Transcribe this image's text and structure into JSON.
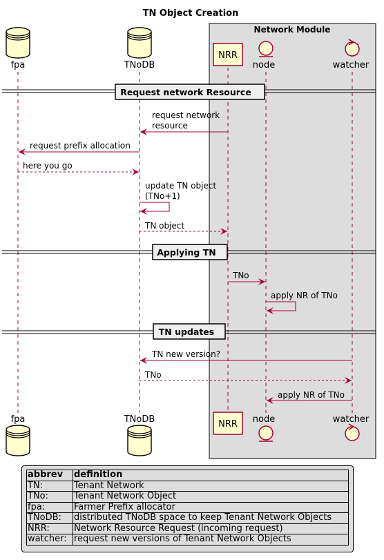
{
  "title": "TN Object Creation",
  "box_title": "Network Module",
  "participants": {
    "fpa": "fpa",
    "tnodb": "TNoDB",
    "nrr": "NRR",
    "node": "node",
    "watcher": "watcher"
  },
  "dividers": {
    "request": "Request network Resource",
    "applying": "Applying TN",
    "updates": "TN updates"
  },
  "messages": {
    "m1_line1": "request network",
    "m1_line2": "resource",
    "m2": "request prefix allocation",
    "m3": "here you go",
    "m4_line1": "update TN object",
    "m4_line2": "(TNo+1)",
    "m5": "TN object",
    "m6": "TNo",
    "m7": "apply NR of TNo",
    "m8": "TN new version?",
    "m9": "TNo",
    "m10": "apply NR of TNo"
  },
  "legend": {
    "headers": [
      "abbrev",
      "definition"
    ],
    "rows": [
      [
        "TN:",
        "Tenant Network"
      ],
      [
        "TNo:",
        "Tenant Network Object"
      ],
      [
        "fpa:",
        "Farmer Prefix allocator"
      ],
      [
        "TNoDB:",
        "distributed TNoDB space to keep Tenant Network Objects"
      ],
      [
        "NRR:",
        "Network Resource Request (incoming request)"
      ],
      [
        "watcher:",
        "request new versions of Tenant Network Objects"
      ]
    ]
  },
  "colors": {
    "arrow": "#a80036",
    "participant_fill": "#fefece",
    "box_fill": "#dddddd"
  }
}
